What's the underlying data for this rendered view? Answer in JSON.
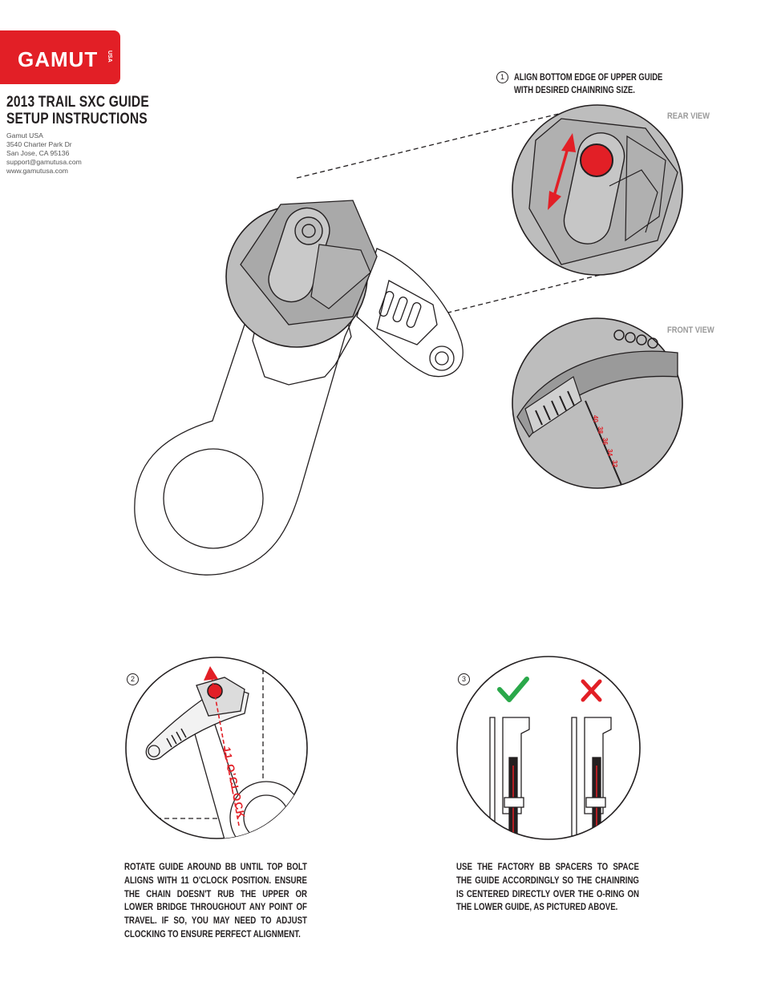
{
  "brand": {
    "name": "GAMUT",
    "sub": "USA"
  },
  "document": {
    "title_line1": "2013 TRAIL SXC GUIDE",
    "title_line2": "SETUP INSTRUCTIONS"
  },
  "address": {
    "company": "Gamut USA",
    "street": "3540 Charter Park Dr",
    "city": "San Jose, CA 95136",
    "email": "support@gamutusa.com",
    "web": "www.gamutusa.com"
  },
  "step1": {
    "number": "1",
    "line1": "ALIGN BOTTOM EDGE OF UPPER GUIDE",
    "line2": "WITH DESIRED CHAINRING SIZE."
  },
  "views": {
    "rear": "REAR VIEW",
    "front": "FRONT VIEW"
  },
  "chainring_sizes": [
    "40",
    "38",
    "36",
    "34",
    "32"
  ],
  "step2": {
    "number": "2",
    "clock_label": "11 O'CLOCK",
    "text": "ROTATE GUIDE AROUND BB UNTIL TOP BOLT ALIGNS WITH 11 O'CLOCK POSITION. ENSURE THE CHAIN DOESN'T RUB THE UPPER OR LOWER BRIDGE THROUGHOUT ANY POINT OF TRAVEL. IF SO, YOU MAY NEED TO ADJUST CLOCKING TO ENSURE PERFECT ALIGNMENT."
  },
  "step3": {
    "number": "3",
    "text": "USE THE FACTORY BB SPACERS TO SPACE THE GUIDE ACCORDINGLY SO THE CHAINRING IS CENTERED DIRECTLY OVER THE O-RING ON THE LOWER GUIDE, AS PICTURED ABOVE."
  },
  "colors": {
    "brand_red": "#e21f26",
    "check_green": "#2aa84a",
    "cross_red": "#e21f26",
    "lens_gray": "#bdbdbd"
  }
}
